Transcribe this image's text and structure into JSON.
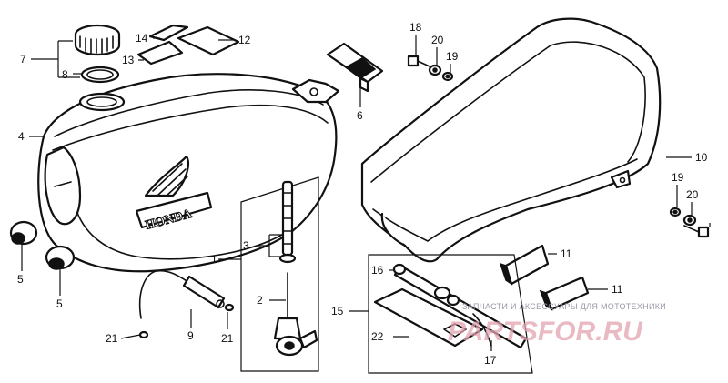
{
  "callouts": {
    "c1": "1",
    "c2": "2",
    "c3": "3",
    "c4": "4",
    "c5a": "5",
    "c5b": "5",
    "c6": "6",
    "c7": "7",
    "c8": "8",
    "c9": "9",
    "c10": "10",
    "c11a": "11",
    "c11b": "11",
    "c12": "12",
    "c13": "13",
    "c14": "14",
    "c15": "15",
    "c16": "16",
    "c17": "17",
    "c18": "18",
    "c19a": "19",
    "c19b": "19",
    "c20a": "20",
    "c20b": "20",
    "c21a": "21",
    "c21b": "21",
    "c22": "22"
  },
  "tank_emblem": "HONDA",
  "watermark": {
    "caption": "ЗАПЧАСТИ И АКСЕССУАРЫ ДЛЯ МОТОТЕХНИКИ",
    "logo": "PARTSFOR.RU"
  },
  "colors": {
    "line": "#111111",
    "background": "#ffffff",
    "watermark_text": "#9a9aa6",
    "watermark_logo": "#e2a3b0"
  }
}
